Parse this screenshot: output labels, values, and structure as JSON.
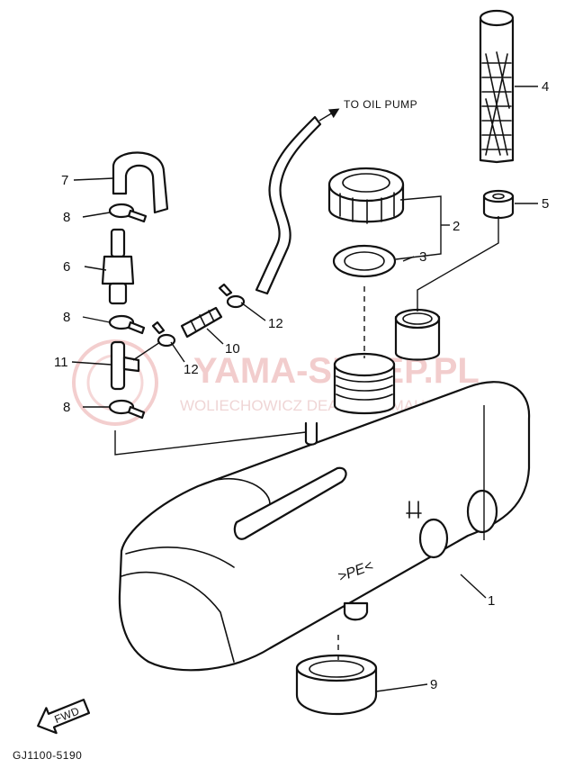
{
  "diagram": {
    "destination_label": "TO OIL PUMP",
    "tank_marking": ">PE<",
    "direction_label": "FWD",
    "drawing_code": "GJ1100-5190",
    "watermark": {
      "title": "YAMA-SKLEP.PL",
      "subtitle": "WOLIECHOWICZ DEALER YAMAHA"
    },
    "callouts": [
      {
        "id": "c1",
        "number": "1"
      },
      {
        "id": "c2",
        "number": "2"
      },
      {
        "id": "c3",
        "number": "3"
      },
      {
        "id": "c4",
        "number": "4"
      },
      {
        "id": "c5",
        "number": "5"
      },
      {
        "id": "c6",
        "number": "6"
      },
      {
        "id": "c7",
        "number": "7"
      },
      {
        "id": "c8a",
        "number": "8"
      },
      {
        "id": "c8b",
        "number": "8"
      },
      {
        "id": "c8c",
        "number": "8"
      },
      {
        "id": "c9",
        "number": "9"
      },
      {
        "id": "c10",
        "number": "10"
      },
      {
        "id": "c11",
        "number": "11"
      },
      {
        "id": "c12a",
        "number": "12"
      },
      {
        "id": "c12b",
        "number": "12"
      }
    ]
  }
}
